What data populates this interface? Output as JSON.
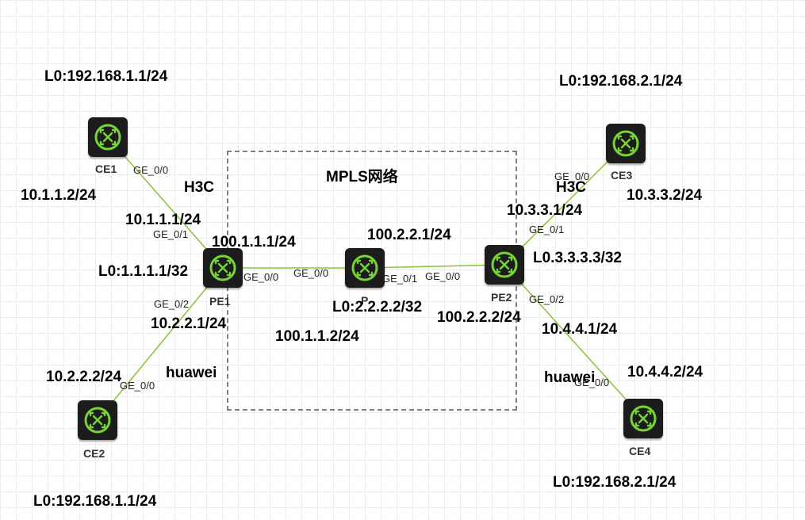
{
  "diagram": {
    "cloud_label": "MPLS网络",
    "colors": {
      "link": "#8cc63f",
      "router_body": "#1c1c1c",
      "router_ring": "#77d436",
      "box_border": "#7f7f7f"
    },
    "icons": {
      "router": "router-icon"
    },
    "devices": {
      "ce1": {
        "name": "CE1",
        "loopback": "L0:192.168.1.1/24",
        "ip": "10.1.1.2/24",
        "port": "GE_0/0"
      },
      "ce2": {
        "name": "CE2",
        "loopback": "L0:192.168.1.1/24",
        "ip": "10.2.2.2/24",
        "port": "GE_0/0"
      },
      "ce3": {
        "name": "CE3",
        "loopback": "L0:192.168.2.1/24",
        "ip": "10.3.3.2/24",
        "port": "GE_0/0"
      },
      "ce4": {
        "name": "CE4",
        "loopback": "L0:192.168.2.1/24",
        "ip": "10.4.4.2/24",
        "port": "GE_0/0"
      },
      "pe1": {
        "name": "PE1",
        "loopback": "L0:1.1.1.1/32",
        "ip_ce1": "10.1.1.1/24",
        "ip_p": "100.1.1.1/24",
        "ip_ce2": "10.2.2.1/24",
        "port_ce1": "GE_0/1",
        "port_p": "GE_0/0",
        "port_ce2": "GE_0/2"
      },
      "p": {
        "name": "P",
        "loopback": "L0:2.2.2.2/32",
        "ip_pe1": "100.1.1.2/24",
        "ip_pe2": "100.2.2.1/24",
        "port_pe1": "GE_0/0",
        "port_pe2": "GE_0/1"
      },
      "pe2": {
        "name": "PE2",
        "loopback": "L0.3.3.3.3/32",
        "ip_ce3": "10.3.3.1/24",
        "ip_p": "100.2.2.2/24",
        "ip_ce4": "10.4.4.1/24",
        "port_ce3": "GE_0/1",
        "port_p": "GE_0/0",
        "port_ce4": "GE_0/2"
      }
    },
    "vendor_labels": {
      "pe1_ce1": "H3C",
      "pe1_ce2": "huawei",
      "pe2_ce3": "H3C",
      "pe2_ce4": "huawei"
    }
  }
}
